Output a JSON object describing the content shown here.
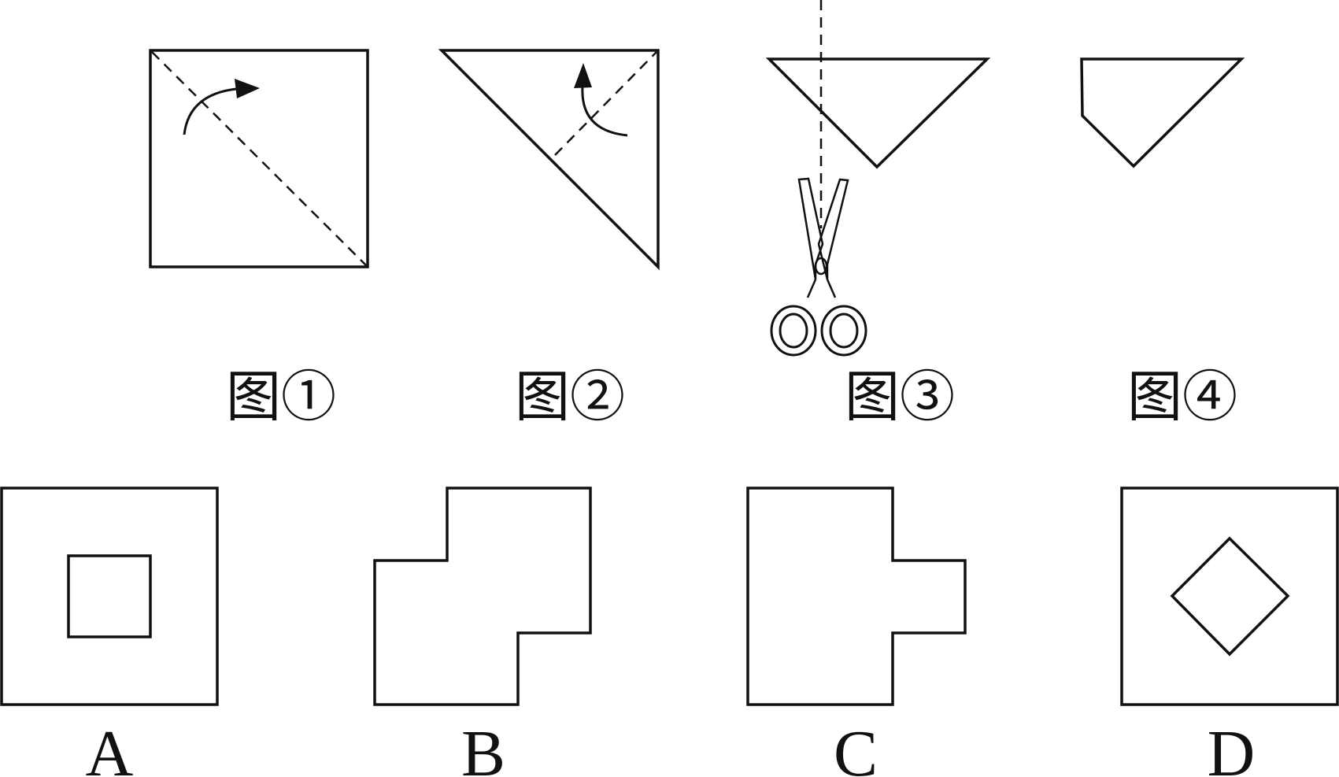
{
  "steps": [
    {
      "id": "step-1",
      "label": "图①"
    },
    {
      "id": "step-2",
      "label": "图②"
    },
    {
      "id": "step-3",
      "label": "图③"
    },
    {
      "id": "step-4",
      "label": "图④"
    }
  ],
  "options": [
    {
      "id": "option-a",
      "label": "A"
    },
    {
      "id": "option-b",
      "label": "B"
    },
    {
      "id": "option-c",
      "label": "C"
    },
    {
      "id": "option-d",
      "label": "D"
    }
  ],
  "icons": {
    "scissors": "scissors-icon",
    "fold_arrow": "curved-arrow-icon"
  },
  "colors": {
    "line": "#111111",
    "background": "#ffffff"
  }
}
